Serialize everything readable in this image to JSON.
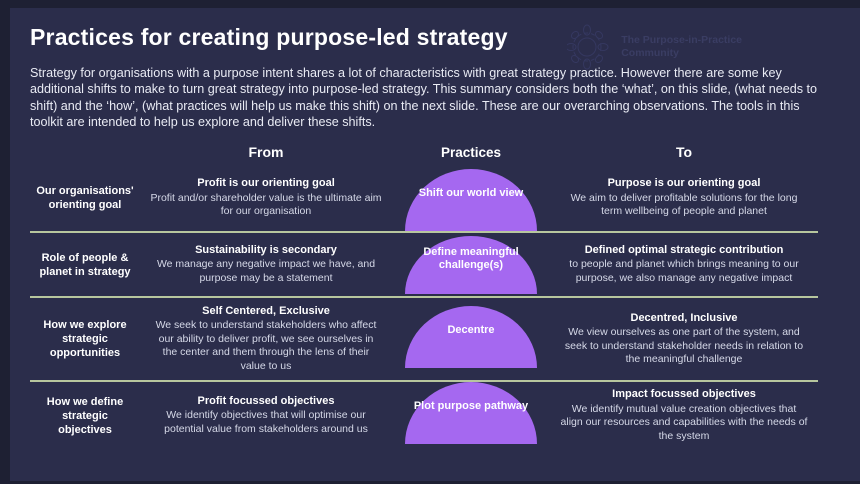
{
  "slide": {
    "title": "Practices for creating purpose-led strategy",
    "intro": "Strategy for organisations with a purpose intent shares a lot of characteristics with great strategy practice. However there are some key additional shifts to make to turn great strategy into purpose-led strategy. This summary considers both the ‘what’, on this slide, (what needs to shift) and the ‘how’, (what practices will help us make this shift) on the next slide.  These are our overarching observations. The tools in this toolkit are intended to help us explore and deliver these shifts.",
    "watermark": {
      "line1": "The Purpose-in-Practice",
      "line2": "Community"
    },
    "headers": {
      "from": "From",
      "practices": "Practices",
      "to": "To"
    },
    "rows": [
      {
        "label": "Our organisations' orienting goal",
        "from_title": "Profit is our orienting goal",
        "from_body": "Profit and/or shareholder value is the ultimate aim for our organisation",
        "practice": "Shift our world view",
        "to_title": "Purpose is our orienting goal",
        "to_body": "We aim to deliver profitable solutions for the long term wellbeing of people and planet"
      },
      {
        "label": "Role of people & planet in strategy",
        "from_title": "Sustainability is secondary",
        "from_body": "We manage any negative impact we have, and purpose may be a statement",
        "practice": "Define meaningful challenge(s)",
        "to_title": "Defined optimal strategic contribution",
        "to_body": "to people and planet which brings meaning to our purpose, we also manage any negative impact",
        "practice_color": "#a568f0"
      },
      {
        "label": "How we explore strategic opportunities",
        "from_title": "Self Centered, Exclusive",
        "from_body": "We seek to understand stakeholders who affect our ability to deliver profit, we see ourselves in the center and them through the lens of their value to us",
        "practice": "Decentre",
        "to_title": "Decentred, Inclusive",
        "to_body": "We view ourselves as one part of the system, and seek to understand stakeholder needs in relation to the meaningful challenge"
      },
      {
        "label": "How we define strategic objectives",
        "from_title": "Profit focussed objectives",
        "from_body": "We identify objectives that will optimise our potential value from stakeholders around us",
        "practice": "Plot purpose pathway",
        "to_title": "Impact focussed objectives",
        "to_body": "We identify mutual value creation objectives that align our resources and capabilities with the needs of the system"
      }
    ],
    "colors": {
      "slide_background": "#2b2d4b",
      "frame_background": "#1e2033",
      "practice_purple": "#a568f0",
      "divider_green": "#b7c69e",
      "body_text": "#d6d9e8"
    }
  }
}
